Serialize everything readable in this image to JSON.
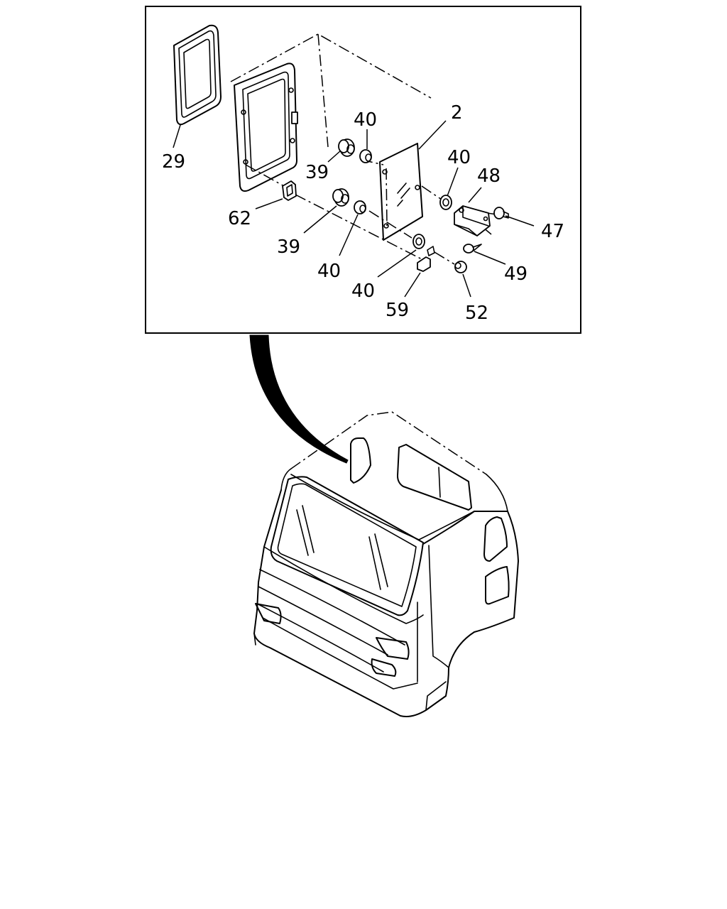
{
  "callouts": {
    "c29": "29",
    "c2": "2",
    "c40_top": "40",
    "c39_top": "39",
    "c40_right": "40",
    "c48": "48",
    "c47": "47",
    "c62": "62",
    "c39_bottom": "39",
    "c40_bottom": "40",
    "c40_mid": "40",
    "c59": "59",
    "c52": "52",
    "c49": "49"
  }
}
